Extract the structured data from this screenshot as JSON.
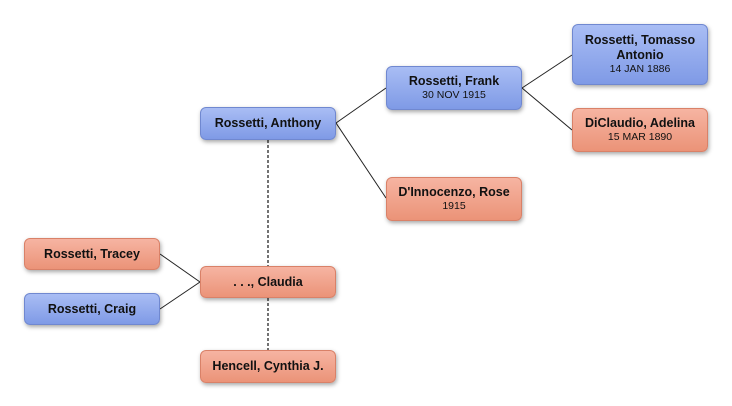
{
  "colors": {
    "male_fill": "#8fa7ec",
    "female_fill": "#f1a38d",
    "connector": "#222222"
  },
  "people": {
    "anthony": {
      "name": "Rossetti, Anthony",
      "date": "",
      "gender": "male"
    },
    "frank": {
      "name": "Rossetti, Frank",
      "date": "30 NOV 1915",
      "gender": "male"
    },
    "tomasso": {
      "name": "Rossetti, Tomasso Antonio",
      "date": "14 JAN 1886",
      "gender": "male"
    },
    "adelina": {
      "name": "DiClaudio, Adelina",
      "date": "15 MAR 1890",
      "gender": "female"
    },
    "rose": {
      "name": "D'Innocenzo, Rose",
      "date": "1915",
      "gender": "female"
    },
    "claudia": {
      "name": ". . ., Claudia",
      "date": "",
      "gender": "female"
    },
    "tracey": {
      "name": "Rossetti, Tracey",
      "date": "",
      "gender": "female"
    },
    "craig": {
      "name": "Rossetti, Craig",
      "date": "",
      "gender": "male"
    },
    "cynthia": {
      "name": "Hencell, Cynthia J.",
      "date": "",
      "gender": "female"
    }
  }
}
